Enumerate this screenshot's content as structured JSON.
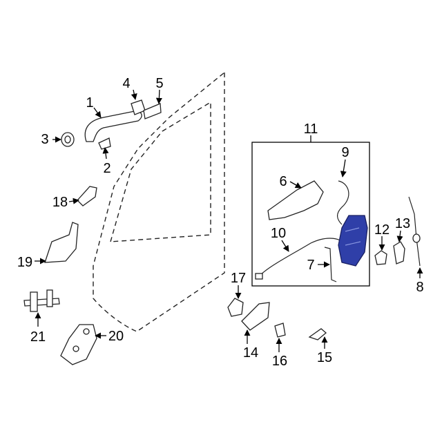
{
  "diagram": {
    "callouts": [
      "1",
      "2",
      "3",
      "4",
      "5",
      "6",
      "7",
      "8",
      "9",
      "10",
      "11",
      "12",
      "13",
      "14",
      "15",
      "16",
      "17",
      "18",
      "19",
      "20",
      "21"
    ],
    "highlight_color": "#2f3fa8"
  }
}
